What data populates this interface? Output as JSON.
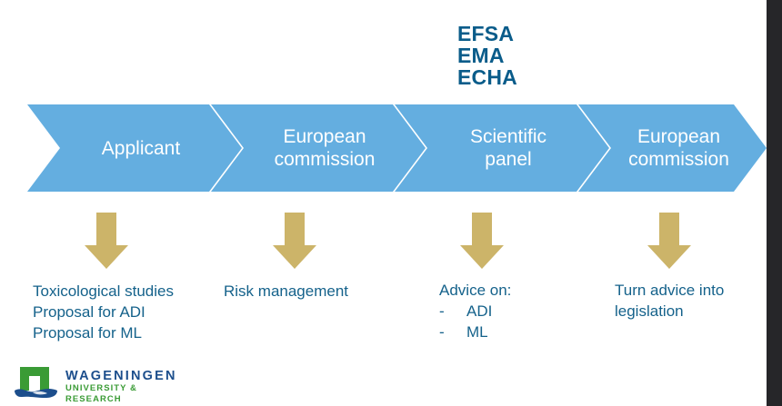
{
  "slide": {
    "background_color": "#ffffff",
    "right_strip_color": "#262629"
  },
  "agency_title": {
    "color": "#0a5c8a",
    "lines": [
      "EFSA",
      "EMA",
      "ECHA"
    ]
  },
  "process": {
    "chevron_color": "#64AEE0",
    "label_color": "#ffffff",
    "steps": [
      {
        "label": "Applicant"
      },
      {
        "label": "European\ncommission"
      },
      {
        "label": "Scientific\npanel"
      },
      {
        "label": "European\ncommission"
      }
    ]
  },
  "arrows": {
    "color": "#CCB469",
    "icon": "down-arrow-icon",
    "count": 4
  },
  "captions": {
    "text_color": "#15628B",
    "columns": [
      {
        "name": "applicant-caption",
        "lines": [
          {
            "type": "plain",
            "text": "Toxicological studies"
          },
          {
            "type": "plain",
            "text": "Proposal for ADI"
          },
          {
            "type": "plain",
            "text": "Proposal for ML"
          }
        ]
      },
      {
        "name": "european-commission-caption",
        "lines": [
          {
            "type": "plain",
            "text": "Risk management"
          }
        ]
      },
      {
        "name": "scientific-panel-caption",
        "lines": [
          {
            "type": "plain",
            "text": "Advice on:"
          },
          {
            "type": "bullet",
            "dash": "-",
            "text": "ADI"
          },
          {
            "type": "bullet",
            "dash": "-",
            "text": "ML"
          }
        ]
      },
      {
        "name": "european-commission-2-caption",
        "lines": [
          {
            "type": "plain",
            "text": "Turn advice into"
          },
          {
            "type": "plain",
            "text": "legislation"
          }
        ]
      }
    ]
  },
  "logo": {
    "name": "wageningen-university-research-logo",
    "wordmark": "WAGENINGEN",
    "tagline": "UNIVERSITY & RESEARCH",
    "wordmark_color": "#1C4E8C",
    "tagline_color": "#3A9B35",
    "mark_green": "#3A9B35",
    "mark_blue": "#1C4E8C"
  }
}
